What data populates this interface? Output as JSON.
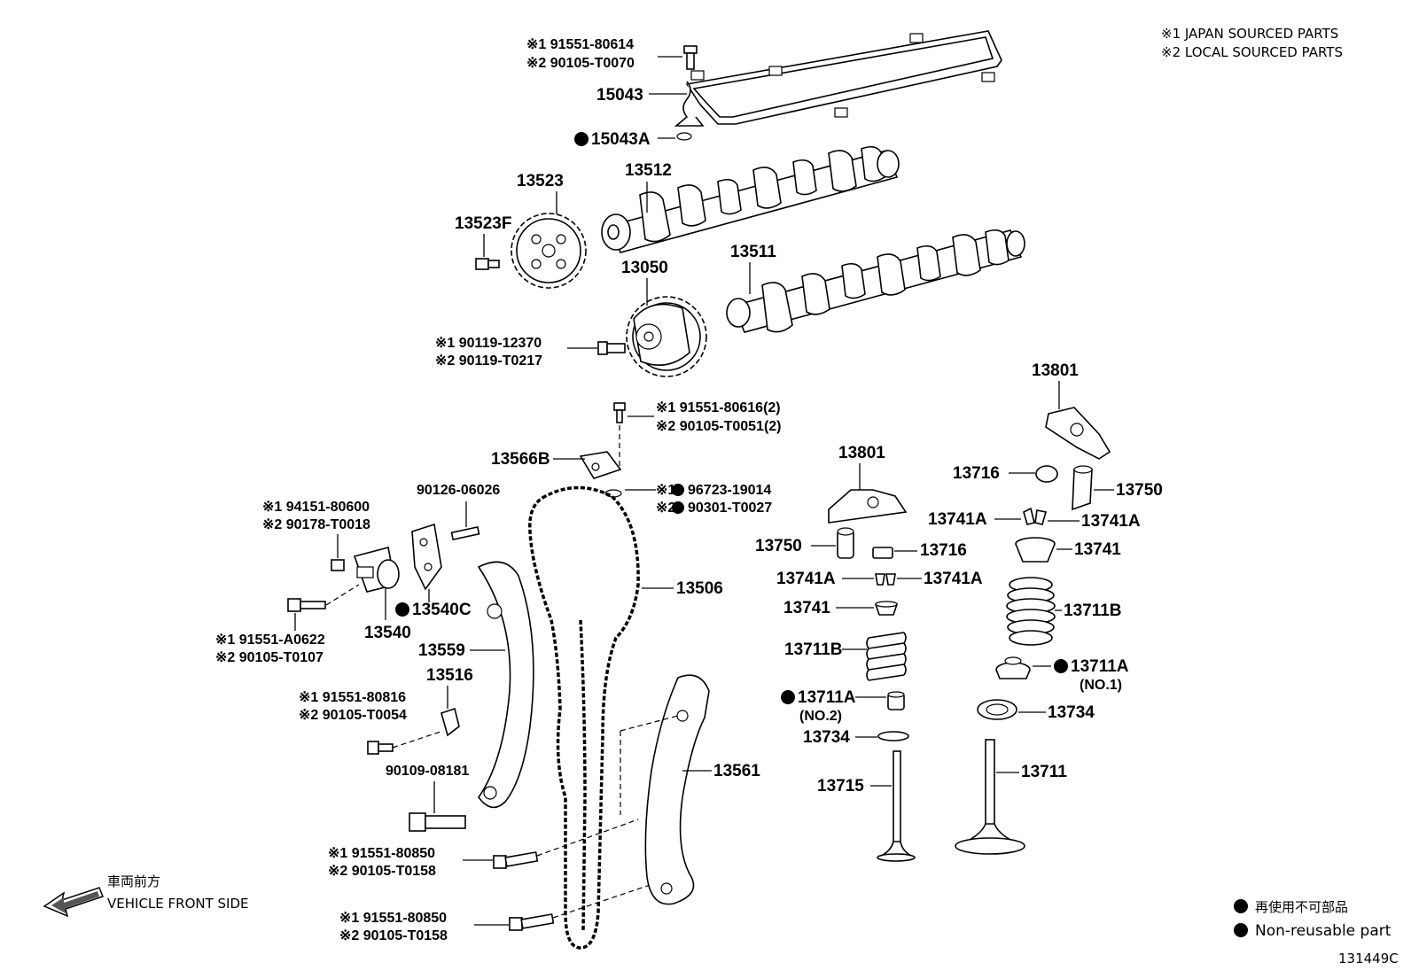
{
  "legend_top": {
    "line1": "※1 JAPAN SOURCED PARTS",
    "line2": "※2 LOCAL SOURCED PARTS"
  },
  "legend_bottom": {
    "jp": "再使用不可部品",
    "en": "Non-reusable part"
  },
  "direction": {
    "jp": "車両前方",
    "en": "VEHICLE FRONT SIDE"
  },
  "figure_id": "131449C",
  "callouts": {
    "bolt_top_1": "※1 91551-80614",
    "bolt_top_2": "※2 90105-T0070",
    "p15043": "15043",
    "p15043A": "15043A",
    "p13512": "13512",
    "p13523": "13523",
    "p13523F": "13523F",
    "p13511": "13511",
    "p13050": "13050",
    "bolt_vvt_1": "※1 90119-12370",
    "bolt_vvt_2": "※2 90119-T0217",
    "bolt_guide_1": "※1 91551-80616(2)",
    "bolt_guide_2": "※2 90105-T0051(2)",
    "p13566B": "13566B",
    "oring_1": "※1",
    "oring_1_pn": "96723-19014",
    "oring_2": "※2",
    "oring_2_pn": "90301-T0027",
    "nut_1": "※1 94151-80600",
    "nut_2": "※2 90178-T0018",
    "stud": "90126-06026",
    "p13540C": "13540C",
    "p13540": "13540",
    "bolt_tens_1": "※1 91551-A0622",
    "bolt_tens_2": "※2 90105-T0107",
    "p13559": "13559",
    "p13516": "13516",
    "bolt_damper_1": "※1 91551-80816",
    "bolt_damper_2": "※2 90105-T0054",
    "pivot": "90109-08181",
    "bolt_a_1": "※1 91551-80850",
    "bolt_a_2": "※2 90105-T0158",
    "bolt_b_1": "※1 91551-80850",
    "bolt_b_2": "※2 90105-T0158",
    "p13506": "13506",
    "p13561": "13561",
    "p13801_left": "13801",
    "p13801_right": "13801",
    "p13716_left": "13716",
    "p13716_right": "13716",
    "p13750_left": "13750",
    "p13750_right": "13750",
    "p13741A_l1": "13741A",
    "p13741A_l2": "13741A",
    "p13741A_r1": "13741A",
    "p13741A_r2": "13741A",
    "p13741_left": "13741",
    "p13741_right": "13741",
    "p13711B_left": "13711B",
    "p13711B_right": "13711B",
    "p13711A_left": "13711A",
    "p13711A_left_sub": "(NO.2)",
    "p13711A_right": "13711A",
    "p13711A_right_sub": "(NO.1)",
    "p13734_left": "13734",
    "p13734_right": "13734",
    "p13715": "13715",
    "p13711": "13711"
  }
}
